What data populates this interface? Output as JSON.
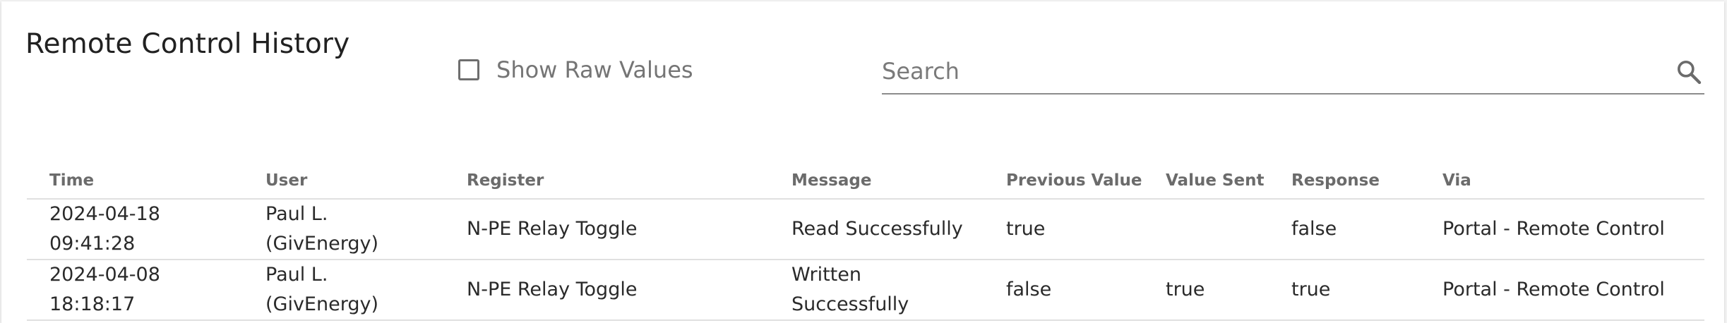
{
  "header": {
    "title": "Remote Control History",
    "show_raw_values_label": "Show Raw Values",
    "show_raw_values_checked": false
  },
  "search": {
    "placeholder": "Search",
    "value": "",
    "icon": "search-icon"
  },
  "table": {
    "columns": {
      "time": "Time",
      "user": "User",
      "register": "Register",
      "message": "Message",
      "previous_value": "Previous Value",
      "value_sent": "Value Sent",
      "response": "Response",
      "via": "Via"
    },
    "rows": [
      {
        "time": "2024-04-18 09:41:28",
        "user": "Paul L. (GivEnergy)",
        "register": "N-PE Relay Toggle",
        "message": "Read Successfully",
        "previous_value": "true",
        "value_sent": "",
        "response": "false",
        "via": "Portal - Remote Control"
      },
      {
        "time": "2024-04-08 18:18:17",
        "user": "Paul L. (GivEnergy)",
        "register": "N-PE Relay Toggle",
        "message": "Written Successfully",
        "previous_value": "false",
        "value_sent": "true",
        "response": "true",
        "via": "Portal - Remote Control"
      }
    ]
  }
}
